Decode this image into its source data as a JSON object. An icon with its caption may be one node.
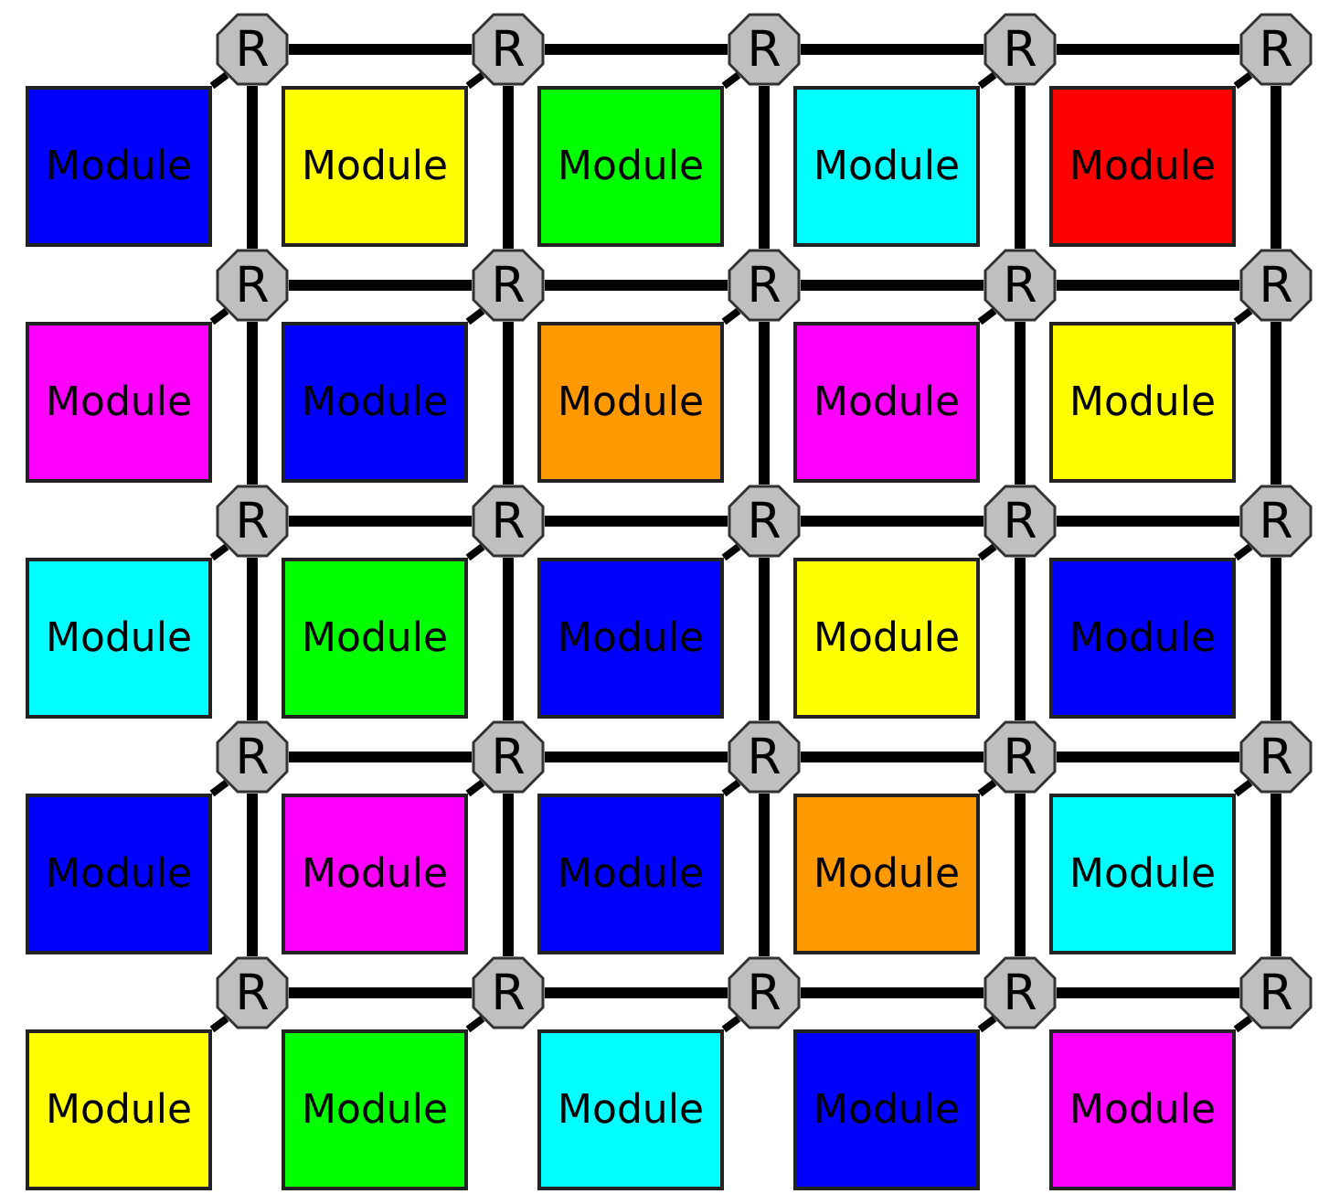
{
  "diagram": {
    "nodes": [
      {
        "text": [
          "R"
        ]
      },
      {
        "text": [
          "R"
        ]
      },
      {
        "text": [
          "R"
        ]
      },
      {
        "text": [
          "R"
        ]
      },
      {
        "text": [
          "R"
        ]
      },
      {
        "text": [
          "Module"
        ]
      },
      {
        "text": [
          "Module"
        ]
      },
      {
        "text": [
          "Module"
        ]
      },
      {
        "text": [
          "Module"
        ]
      },
      {
        "text": [
          "Module"
        ]
      },
      {
        "text": [
          "R"
        ]
      },
      {
        "text": [
          "R"
        ]
      },
      {
        "text": [
          "R"
        ]
      },
      {
        "text": [
          "R"
        ]
      },
      {
        "text": [
          "R"
        ]
      },
      {
        "text": [
          "Module"
        ]
      },
      {
        "text": [
          "Module"
        ]
      },
      {
        "text": [
          "Module"
        ]
      },
      {
        "text": [
          "Module"
        ]
      },
      {
        "text": [
          "Module"
        ]
      },
      {
        "text": [
          "R"
        ]
      },
      {
        "text": [
          "R"
        ]
      },
      {
        "text": [
          "R"
        ]
      },
      {
        "text": [
          "R"
        ]
      },
      {
        "text": [
          "R"
        ]
      },
      {
        "text": [
          "Module"
        ]
      },
      {
        "text": [
          "Module"
        ]
      },
      {
        "text": [
          "Module"
        ]
      },
      {
        "text": [
          "Module"
        ]
      },
      {
        "text": [
          "Module"
        ]
      },
      {
        "text": [
          "R"
        ]
      },
      {
        "text": [
          "R"
        ]
      },
      {
        "text": [
          "R"
        ]
      },
      {
        "text": [
          "R"
        ]
      },
      {
        "text": [
          "R"
        ]
      },
      {
        "text": [
          "Module"
        ]
      },
      {
        "text": [
          "Module"
        ]
      },
      {
        "text": [
          "Module"
        ]
      },
      {
        "text": [
          "Module"
        ]
      },
      {
        "text": [
          "Module"
        ]
      },
      {
        "text": [
          "R"
        ]
      },
      {
        "text": [
          "R"
        ]
      },
      {
        "text": [
          "R"
        ]
      },
      {
        "text": [
          "R"
        ]
      },
      {
        "text": [
          "R"
        ]
      },
      {
        "text": [
          "Module"
        ]
      },
      {
        "text": [
          "Module"
        ]
      },
      {
        "text": [
          "Module"
        ]
      },
      {
        "text": [
          "Module"
        ]
      },
      {
        "text": [
          "Module"
        ]
      }
    ],
    "edges": [
      {
        "from": 0,
        "to": 1,
        "arrow": "none"
      },
      {
        "from": 1,
        "to": 2,
        "arrow": "none"
      },
      {
        "from": 2,
        "to": 3,
        "arrow": "none"
      },
      {
        "from": 3,
        "to": 4,
        "arrow": "none"
      },
      {
        "from": 5,
        "to": 0,
        "arrow": "none"
      },
      {
        "from": 6,
        "to": 1,
        "arrow": "none"
      },
      {
        "from": 7,
        "to": 2,
        "arrow": "none"
      },
      {
        "from": 8,
        "to": 3,
        "arrow": "none"
      },
      {
        "from": 9,
        "to": 4,
        "arrow": "none"
      },
      {
        "from": 0,
        "to": 10,
        "arrow": "none"
      },
      {
        "from": 1,
        "to": 11,
        "arrow": "none"
      },
      {
        "from": 2,
        "to": 12,
        "arrow": "none"
      },
      {
        "from": 3,
        "to": 13,
        "arrow": "none"
      },
      {
        "from": 4,
        "to": 14,
        "arrow": "none"
      },
      {
        "from": 10,
        "to": 11,
        "arrow": "none"
      },
      {
        "from": 11,
        "to": 12,
        "arrow": "none"
      },
      {
        "from": 12,
        "to": 13,
        "arrow": "none"
      },
      {
        "from": 13,
        "to": 14,
        "arrow": "none"
      },
      {
        "from": 15,
        "to": 10,
        "arrow": "none"
      },
      {
        "from": 16,
        "to": 11,
        "arrow": "none"
      },
      {
        "from": 17,
        "to": 12,
        "arrow": "none"
      },
      {
        "from": 18,
        "to": 13,
        "arrow": "none"
      },
      {
        "from": 19,
        "to": 14,
        "arrow": "none"
      },
      {
        "from": 10,
        "to": 20,
        "arrow": "none"
      },
      {
        "from": 11,
        "to": 21,
        "arrow": "none"
      },
      {
        "from": 12,
        "to": 22,
        "arrow": "none"
      },
      {
        "from": 13,
        "to": 23,
        "arrow": "none"
      },
      {
        "from": 14,
        "to": 24,
        "arrow": "none"
      },
      {
        "from": 20,
        "to": 21,
        "arrow": "none"
      },
      {
        "from": 21,
        "to": 22,
        "arrow": "none"
      },
      {
        "from": 22,
        "to": 23,
        "arrow": "none"
      },
      {
        "from": 23,
        "to": 24,
        "arrow": "none"
      },
      {
        "from": 25,
        "to": 20,
        "arrow": "none"
      },
      {
        "from": 26,
        "to": 21,
        "arrow": "none"
      },
      {
        "from": 27,
        "to": 22,
        "arrow": "none"
      },
      {
        "from": 28,
        "to": 23,
        "arrow": "none"
      },
      {
        "from": 29,
        "to": 24,
        "arrow": "none"
      },
      {
        "from": 20,
        "to": 30,
        "arrow": "none"
      },
      {
        "from": 21,
        "to": 31,
        "arrow": "none"
      },
      {
        "from": 22,
        "to": 32,
        "arrow": "none"
      },
      {
        "from": 23,
        "to": 33,
        "arrow": "none"
      },
      {
        "from": 24,
        "to": 34,
        "arrow": "none"
      },
      {
        "from": 30,
        "to": 31,
        "arrow": "none"
      },
      {
        "from": 31,
        "to": 32,
        "arrow": "none"
      },
      {
        "from": 32,
        "to": 33,
        "arrow": "none"
      },
      {
        "from": 33,
        "to": 34,
        "arrow": "none"
      },
      {
        "from": 35,
        "to": 30,
        "arrow": "none"
      },
      {
        "from": 36,
        "to": 31,
        "arrow": "none"
      },
      {
        "from": 37,
        "to": 32,
        "arrow": "none"
      },
      {
        "from": 38,
        "to": 33,
        "arrow": "none"
      },
      {
        "from": 39,
        "to": 34,
        "arrow": "none"
      },
      {
        "from": 30,
        "to": 40,
        "arrow": "none"
      },
      {
        "from": 31,
        "to": 41,
        "arrow": "none"
      },
      {
        "from": 32,
        "to": 42,
        "arrow": "none"
      },
      {
        "from": 33,
        "to": 43,
        "arrow": "none"
      },
      {
        "from": 34,
        "to": 44,
        "arrow": "none"
      },
      {
        "from": 40,
        "to": 41,
        "arrow": "none"
      },
      {
        "from": 41,
        "to": 42,
        "arrow": "none"
      },
      {
        "from": 42,
        "to": 43,
        "arrow": "none"
      },
      {
        "from": 43,
        "to": 44,
        "arrow": "none"
      },
      {
        "from": 45,
        "to": 40,
        "arrow": "none"
      },
      {
        "from": 46,
        "to": 41,
        "arrow": "none"
      },
      {
        "from": 47,
        "to": 42,
        "arrow": "none"
      },
      {
        "from": 48,
        "to": 43,
        "arrow": "none"
      },
      {
        "from": 49,
        "to": 44,
        "arrow": "none"
      }
    ]
  }
}
